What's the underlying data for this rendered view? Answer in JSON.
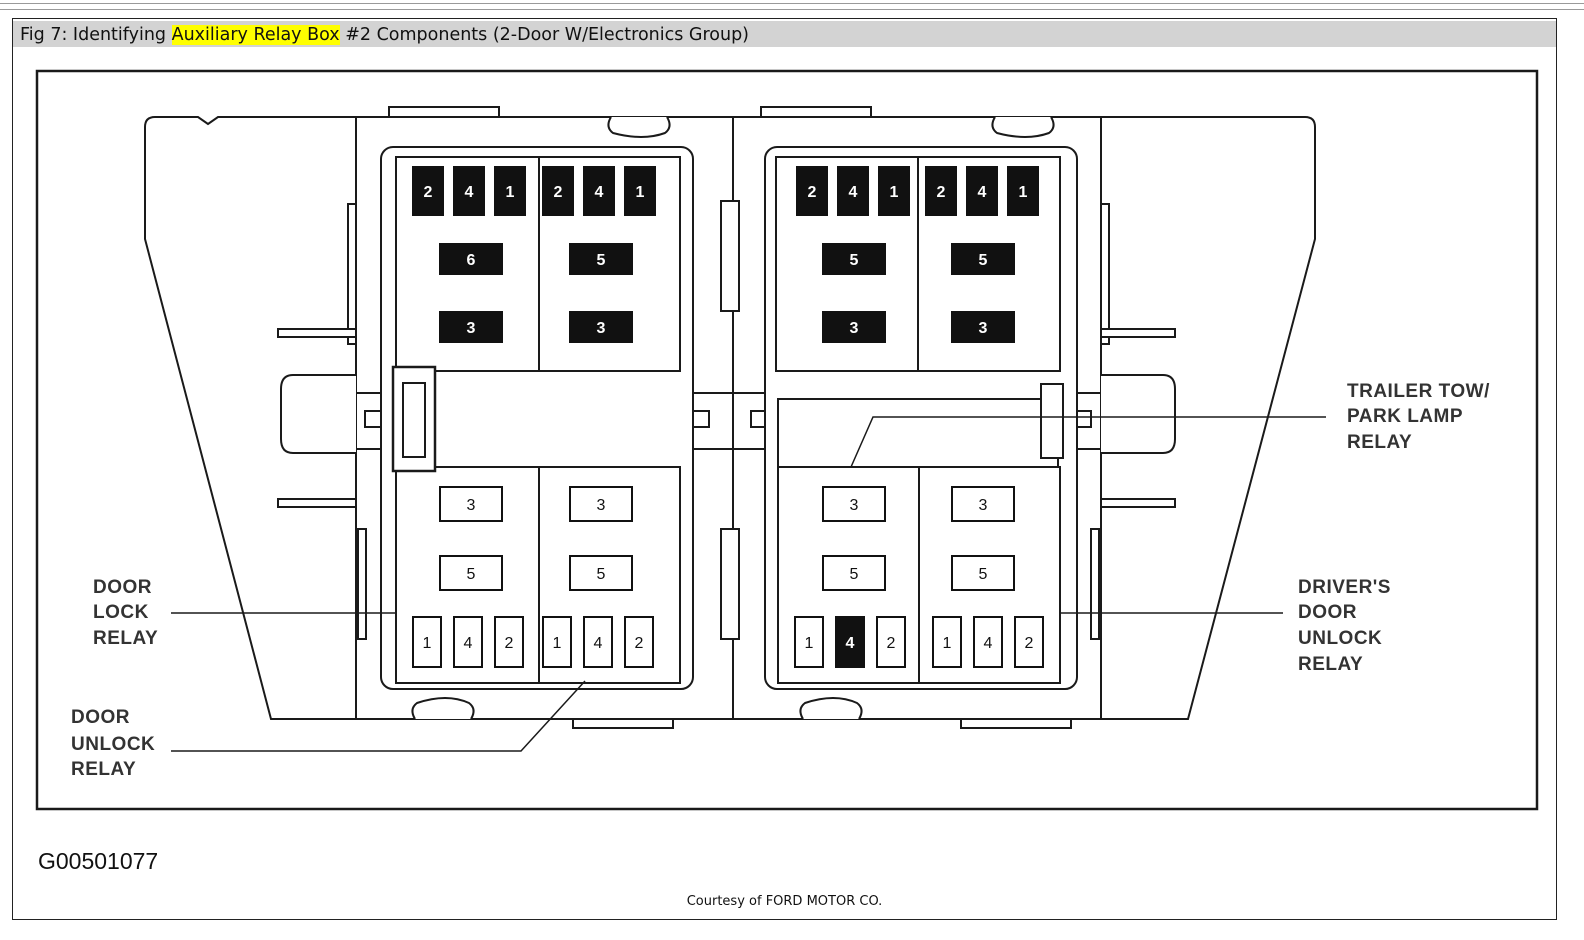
{
  "caption": {
    "prefix": "Fig 7: Identifying ",
    "highlight": "Auxiliary Relay Box",
    "suffix": " #2 Components (2-Door W/Electronics Group)"
  },
  "diagram": {
    "left_block": {
      "top_left": {
        "pins": [
          "2",
          "4",
          "1"
        ],
        "mid": "6",
        "low": "3"
      },
      "top_right": {
        "pins": [
          "2",
          "4",
          "1"
        ],
        "mid": "5",
        "low": "3"
      },
      "bottom_left": {
        "top": "3",
        "mid": "5",
        "pins": [
          "1",
          "4",
          "2"
        ]
      },
      "bottom_right": {
        "top": "3",
        "mid": "5",
        "pins": [
          "1",
          "4",
          "2"
        ]
      }
    },
    "right_block": {
      "top_left": {
        "pins": [
          "2",
          "4",
          "1"
        ],
        "mid": "5",
        "low": "3"
      },
      "top_right": {
        "pins": [
          "2",
          "4",
          "1"
        ],
        "mid": "5",
        "low": "3"
      },
      "bottom_left": {
        "top": "3",
        "mid": "5",
        "pins": [
          "1",
          "4",
          "2"
        ]
      },
      "bottom_right": {
        "top": "3",
        "mid": "5",
        "pins": [
          "1",
          "4",
          "2"
        ]
      }
    },
    "labels": {
      "door_lock": [
        "DOOR",
        "LOCK",
        "RELAY"
      ],
      "door_unlock": [
        "DOOR",
        "UNLOCK",
        "RELAY"
      ],
      "trailer_tow": [
        "TRAILER TOW/",
        "PARK LAMP",
        "RELAY"
      ],
      "drivers_door_unlock": [
        "DRIVER'S",
        "DOOR",
        "UNLOCK",
        "RELAY"
      ]
    }
  },
  "figure_id": "G00501077",
  "courtesy": "Courtesy of FORD MOTOR CO."
}
